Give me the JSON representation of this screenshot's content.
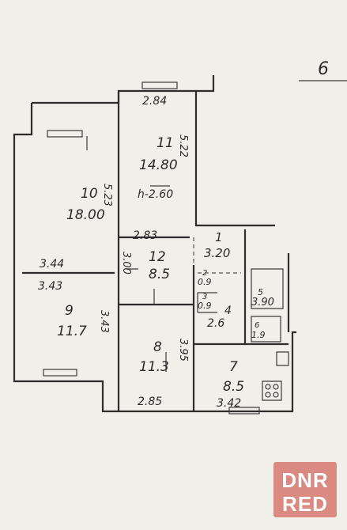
{
  "header": {
    "floor_mark": "6"
  },
  "rooms": [
    {
      "id": "11",
      "number": "11",
      "area": "14.80",
      "dims": [
        "2.84",
        "5.22"
      ],
      "note": "h-2.60"
    },
    {
      "id": "10",
      "number": "10",
      "area": "18.00",
      "dims": [
        "5.23",
        "3.44"
      ]
    },
    {
      "id": "9",
      "number": "9",
      "area": "11.7",
      "dims": [
        "3.43",
        "3.43"
      ]
    },
    {
      "id": "12",
      "number": "12",
      "area": "8.5",
      "dims": [
        "2.83",
        "3.00"
      ]
    },
    {
      "id": "1",
      "number": "1",
      "area": "3.20",
      "dims": []
    },
    {
      "id": "8",
      "number": "8",
      "area": "11.3",
      "dims": [
        "3.95",
        "2.85"
      ]
    },
    {
      "id": "7",
      "number": "7",
      "area": "8.5",
      "dims": [
        "3.42"
      ]
    },
    {
      "id": "2",
      "number": "2",
      "area": "0.9",
      "dims": []
    },
    {
      "id": "3",
      "number": "3",
      "area": "0.9",
      "dims": []
    },
    {
      "id": "4",
      "number": "4",
      "area": "2.6",
      "dims": []
    },
    {
      "id": "5",
      "number": "5",
      "area": "3.90",
      "dims": []
    },
    {
      "id": "6",
      "number": "6",
      "area": "1.9",
      "dims": []
    }
  ],
  "watermark": {
    "line1": "DNR",
    "line2": "RED",
    "color": "#d7786f"
  }
}
